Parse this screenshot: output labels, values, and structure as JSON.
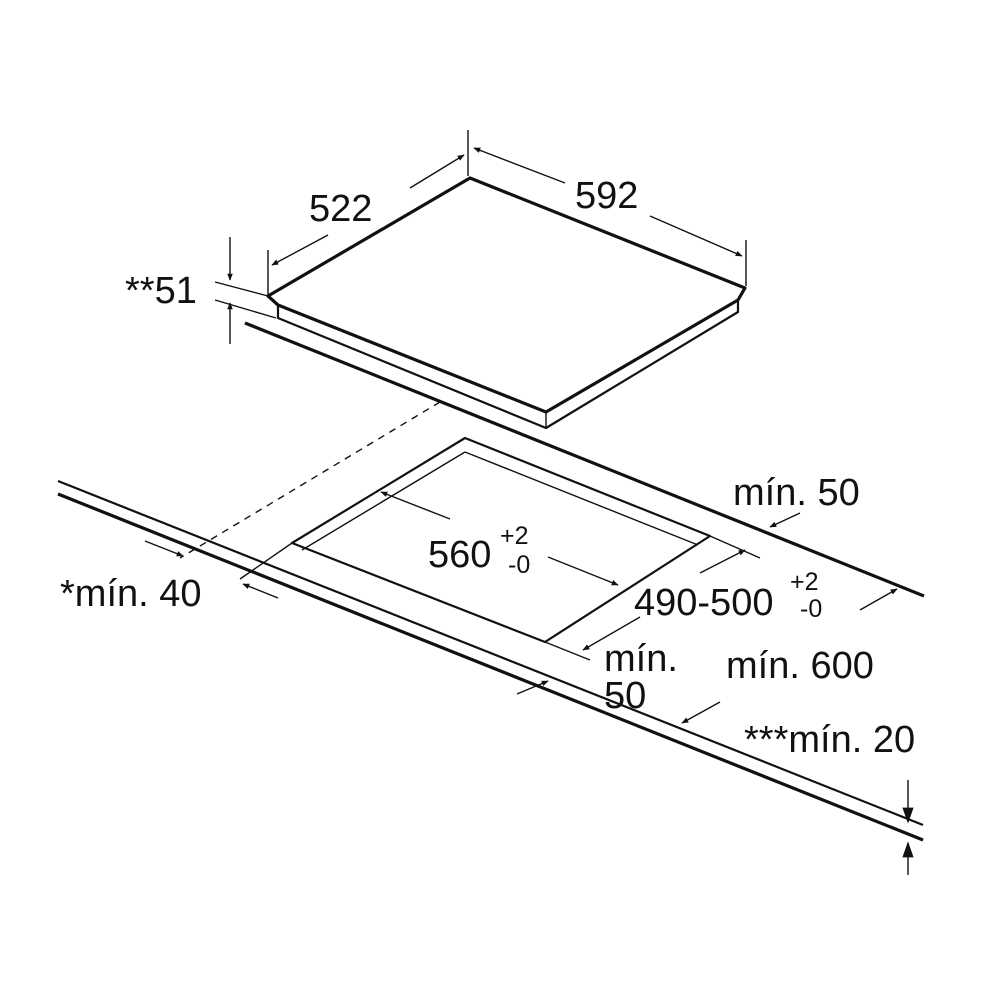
{
  "labels": {
    "depth_522": "522",
    "width_592": "592",
    "height_51": "**51",
    "min_50_back": "mín. 50",
    "min_40_side": "*mín. 40",
    "cutout_560": "560",
    "cutout_560_tol_plus": "+2",
    "cutout_560_tol_minus": "-0",
    "cutout_490_500": "490-500",
    "cutout_490_500_tol_plus": "+2",
    "cutout_490_500_tol_minus": "-0",
    "min_50_front_line1": "mín.",
    "min_50_front_line2": "50",
    "min_600": "mín. 600",
    "min_20": "***mín. 20"
  },
  "colors": {
    "ink": "#111111",
    "background": "#ffffff"
  }
}
